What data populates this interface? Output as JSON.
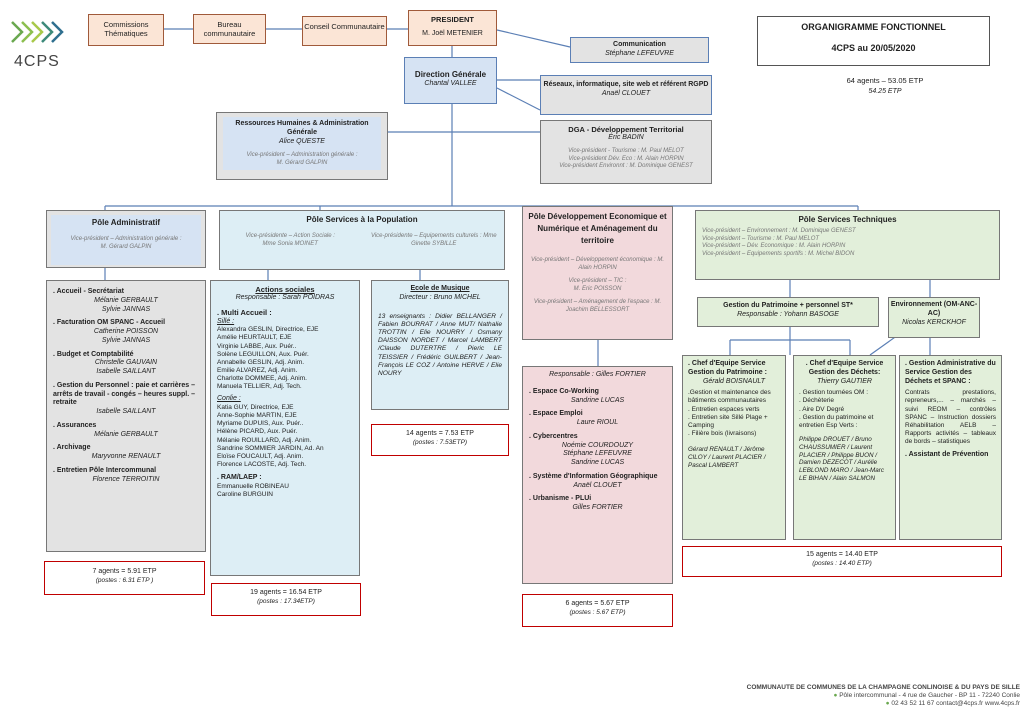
{
  "logo": {
    "text": "4CPS"
  },
  "top": {
    "commissions": "Commissions Thématiques",
    "bureau": "Bureau communautaire",
    "conseil": "Conseil Communautaire",
    "president_title": "PRESIDENT",
    "president_name": "M. Joël METENIER"
  },
  "header": {
    "title": "ORGANIGRAMME FONCTIONNEL",
    "subtitle": "4CPS  au 20/05/2020",
    "agents": "64 agents – 53.05 ETP",
    "etp": "54.25 ETP"
  },
  "communication": {
    "title": "Communication",
    "name": "Stéphane LEFEUVRE"
  },
  "dg": {
    "title": "Direction Générale",
    "name": "Chantal VALLEE"
  },
  "reseaux": {
    "title": "Réseaux, informatique, site web  et référent RGPD",
    "name": "Anaël CLOUET"
  },
  "rh": {
    "title": "Ressources Humaines & Administration Générale",
    "name": "Alice QUESTE",
    "vp": "Vice-président – Administration générale  :",
    "vp_name": "M. Gérard GALPIN"
  },
  "dga": {
    "title": "DGA - Développement Territorial",
    "name": "Éric BADIN",
    "vp1": "Vice-président - Tourisme :  M. Paul MELOT",
    "vp2": "Vice-président Dév. Eco :  M. Alain HORPIN",
    "vp3": "Vice-président Environnt :  M. Dominique GENEST"
  },
  "pole_admin": {
    "title": "Pôle Administratif",
    "vp": "Vice-président – Administration générale :",
    "vp_name": "M. Gérard GALPIN",
    "items": [
      {
        "h": ". Accueil - Secrétariat",
        "n": "Mélanie GERBAULT\nSylvie JANNAS"
      },
      {
        "h": ". Facturation OM SPANC - Accueil",
        "n": "Catherine POISSON\nSylvie JANNAS"
      },
      {
        "h": ". Budget et Comptabilité",
        "n": "Christelle GAUVAIN\nIsabelle SAILLANT"
      },
      {
        "h": ". Gestion du Personnel : paie et carrières – arrêts de travail - congés – heures suppl. – retraite",
        "n": "Isabelle SAILLANT"
      },
      {
        "h": ". Assurances",
        "n": "Mélanie GERBAULT"
      },
      {
        "h": ". Archivage",
        "n": "Maryvonne RENAULT"
      },
      {
        "h": ". Entretien Pôle Intercommunal",
        "n": "Florence TERROITIN"
      }
    ],
    "agents": "7 agents = 5.91 ETP",
    "postes": "(postes : 6.31 ETP )"
  },
  "pole_pop": {
    "title": "Pôle Services à la Population",
    "vp1": "Vice-présidente – Action Sociale :",
    "vp1_name": "Mme Sonia MOINET",
    "vp2": "Vice-présidente – Equipements culturels : Mme Ginette SYBILLE"
  },
  "actions": {
    "title": "Actions sociales",
    "resp": "Responsable : Sarah POIDRAS",
    "multi": ". Multi Accueil   :",
    "sille": "Sillé :",
    "sille_staff": "Alexandra GESLIN, Directrice, EJE\nAmélie HEURTAULT, EJE\nVirginie LABBE, Aux. Puér..\nSolène LEGUILLON, Aux. Puér.\nAnnabelle GESLIN, Adj. Anim.\nEmilie ALVAREZ, Adj. Anim.\nCharlotte DOMMEE, Adj. Anim.\nManuela TELLIER, Adj. Tech.",
    "conlie": "Conlie :",
    "conlie_staff": "Katia GUY, Directrice, EJE\nAnne-Sophie MARTIN, EJE\nMyriame DUPUIS, Aux. Puér..\nHélène PICARD, Aux. Puér.\nMélanie ROUILLARD, Adj. Anim.\nSandrine SOMMIER JARDIN, Ad. An\nEloïse FOUCAULT, Adj. Anim.\nFlorence LACOSTE, Adj. Tech.",
    "ram": ". RAM/LAEP :",
    "ram_staff": "Emmanuelle ROBINEAU\nCaroline BURGUIN",
    "agents": "19 agents = 16.54 ETP",
    "postes": "(postes : 17.34ETP)"
  },
  "musique": {
    "title": "Ecole de Musique",
    "dir": "Directeur : Bruno MICHEL",
    "text": "13 enseignants : Didier BELLANGER / Fabien BOURRAT / Anne MUT/ Nathalie TROTTIN / Elie NOURRY / Osmany DAISSON NORDET / Marcel LAMBERT /Claude DUTERTRE / Pieric LE TEISSIER / Frédéric GUILBERT / Jean-François LE COZ / Antoine HERVE / Elie NOURY",
    "agents": "14 agents = 7.53 ETP",
    "postes": "(postes : 7.53ETP)"
  },
  "pole_dev": {
    "title": "Pôle Développement Economique et Numérique et Aménagement du territoire",
    "vp1": "Vice-président – Développement économique : M. Alain HORPIN",
    "vp2": "Vice-président – TIC :",
    "vp2_name": "M. Eric POISSON",
    "vp3": "Vice-président – Aménagement de l'espace : M. Joachim BELLESSORT",
    "resp": "Responsable : Gilles FORTIER",
    "items": [
      {
        "h": ". Espace Co-Working",
        "n": "Sandrine LUCAS"
      },
      {
        "h": ". Espace Emploi",
        "n": "Laure RIOUL"
      },
      {
        "h": ". Cybercentres",
        "n": "Noémie COURDOUZY\nStéphane LEFEUVRE\nSandrine LUCAS"
      },
      {
        "h": ". Système d'Information Géographique",
        "n": "Anaël CLOUET"
      },
      {
        "h": ". Urbanisme - PLUi",
        "n": "Gilles FORTIER"
      }
    ],
    "agents": "6 agents = 5.67 ETP",
    "postes": "(postes : 5.67 ETP)"
  },
  "pole_tech": {
    "title": "Pôle Services Techniques",
    "vps": [
      "Vice-président – Environnement  :   M. Dominique GENEST",
      "Vice-président – Tourisme  :   M. Paul MELOT",
      "Vice-président – Dév. Economique :   M. Alain HORPIN",
      "Vice-président – Equipements sportifs  :   M. Michel BIDON"
    ],
    "patrimoine": "Gestion du Patrimoine + personnel ST*",
    "patrimoine_resp": "Responsable : Yohann BASOGE",
    "env": "Environnement (OM-ANC-AC)",
    "env_name": "Nicolas KERCKHOF",
    "chef1_title": ". Chef d'Equipe Service Gestion du Patrimoine :",
    "chef1_name": "Gérald BOISNAULT",
    "chef1_text": ".Gestion et maintenance des bâtiments communautaires\n.  Entretien espaces verts\n. Entretien site Sillé Plage + Camping\n. Filière bois (livraisons)",
    "chef1_staff": "Gérard RENAULT / Jérôme CILOY / Laurent PLACIER / Pascal LAMBERT",
    "chef2_title": ". Chef d'Equipe Service Gestion des Déchets:",
    "chef2_name": "Thierry GAUTIER",
    "chef2_text": ". Gestion tournées OM :\n. Déchèterie\n. Aire DV Degré\n. Gestion du patrimoine et entretien Esp Verts :",
    "chef2_staff": "Philippe DROUET / Bruno CHAUSSUMIER / Laurent PLACIER / Philippe BUON / Damien DEZECOT / Aurélie LEBLOND MARO / Jean-Marc LE BIHAN / Alain SALMON",
    "gest_title": ". Gestion Administrative du Service Gestion des Déchets et SPANC :",
    "gest_text": "Contrats prestations, repreneurs,... – marchés – suivi REOM – contrôles SPANC – Instruction dossiers Réhabilitation AELB – Rapports activités – tableaux de bords – statistiques",
    "assist": ". Assistant de Prévention",
    "agents": "15 agents  =  14.40 ETP",
    "postes": "(postes : 14.40 ETP)"
  },
  "footer": {
    "line1": "COMMUNAUTÉ DE COMMUNES DE LA CHAMPAGNE CONLINOISE & DU PAYS DE SILLÉ",
    "line2": "Pôle intercommunal - 4 rue de Gaucher - BP 11 - 72240 Conlie",
    "line3": "02 43 52 11 67   contact@4cps.fr   www.4cps.fr"
  }
}
